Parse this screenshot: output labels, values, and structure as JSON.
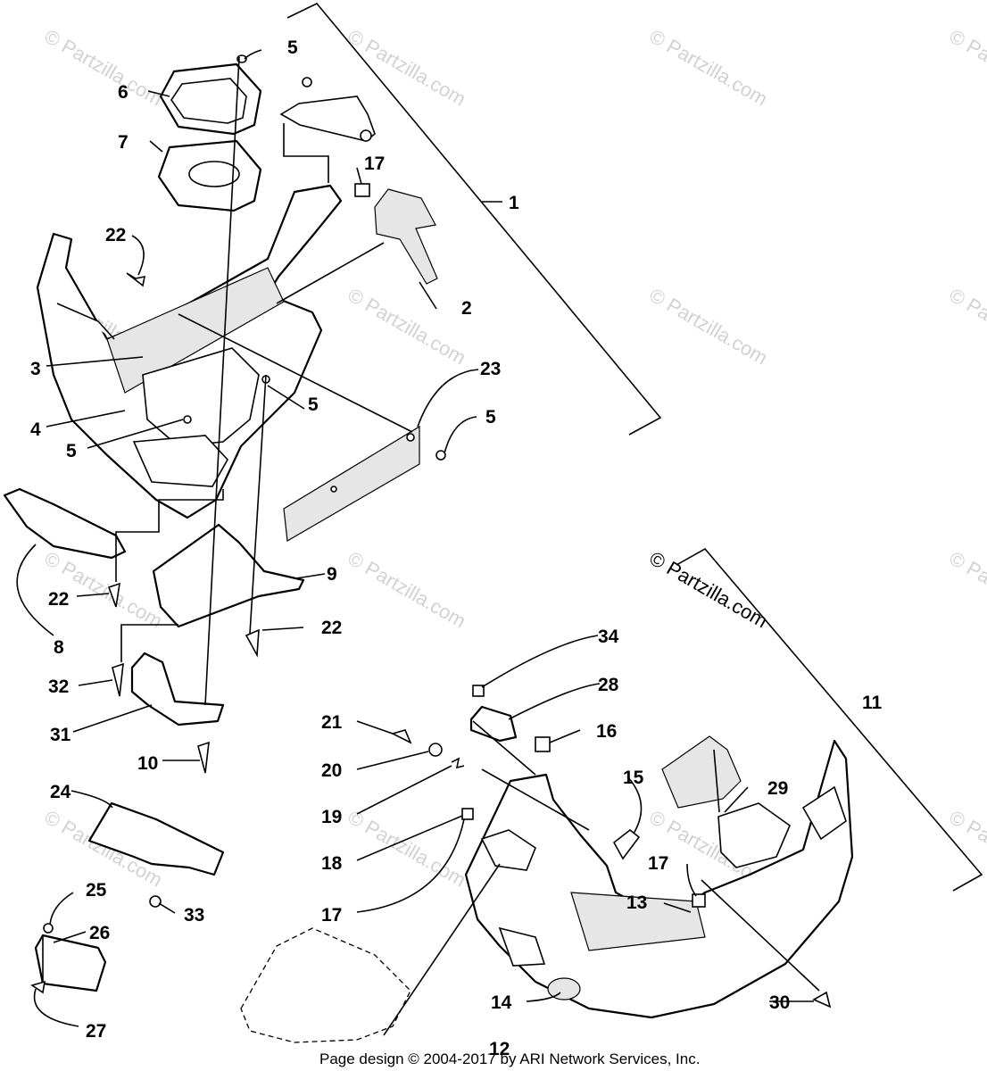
{
  "watermark": "© Partzilla.com",
  "footer": "Page design © 2004-2017 by ARI Network Services, Inc.",
  "callouts": {
    "c1": "1",
    "c2": "2",
    "c3": "3",
    "c4": "4",
    "c5a": "5",
    "c5b": "5",
    "c5c": "5",
    "c5d": "5",
    "c6": "6",
    "c7": "7",
    "c8": "8",
    "c9": "9",
    "c10": "10",
    "c11": "11",
    "c12": "12",
    "c13": "13",
    "c14": "14",
    "c15": "15",
    "c16": "16",
    "c17a": "17",
    "c17b": "17",
    "c17c": "17",
    "c18": "18",
    "c19": "19",
    "c20": "20",
    "c21": "21",
    "c22a": "22",
    "c22b": "22",
    "c22c": "22",
    "c23": "23",
    "c24": "24",
    "c25": "25",
    "c26": "26",
    "c27": "27",
    "c28": "28",
    "c29": "29",
    "c30": "30",
    "c31": "31",
    "c32": "32",
    "c33": "33",
    "c34": "34"
  }
}
